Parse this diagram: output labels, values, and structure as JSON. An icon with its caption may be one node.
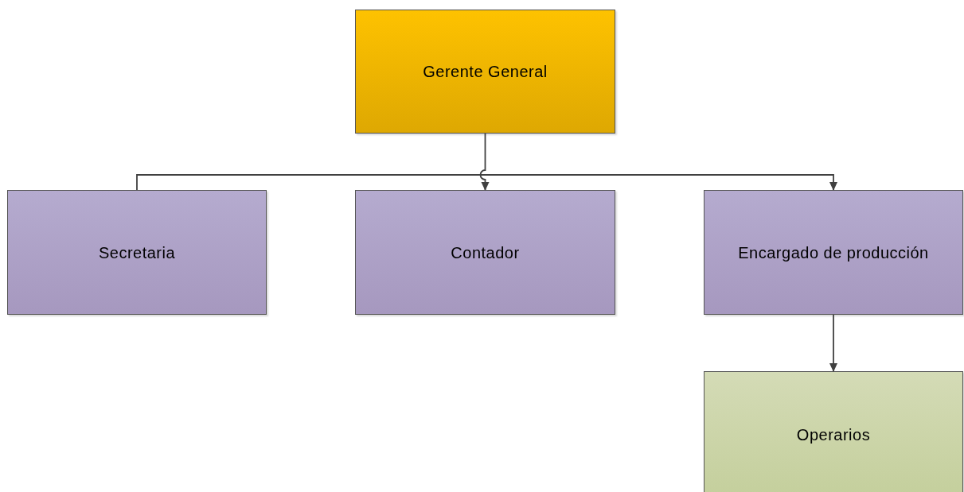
{
  "diagram": {
    "nodes": [
      {
        "text": [
          "Gerente General"
        ]
      },
      {
        "text": [
          "Secretaria"
        ]
      },
      {
        "text": [
          "Contador"
        ]
      },
      {
        "text": [
          "Encargado de producción"
        ]
      },
      {
        "text": [
          "Operarios"
        ]
      }
    ],
    "edges": [
      {
        "from": 0,
        "to": 2,
        "arrow": "to"
      },
      {
        "from": 1,
        "to": 3,
        "arrow": "to"
      },
      {
        "from": 3,
        "to": 4,
        "arrow": "to"
      }
    ]
  }
}
